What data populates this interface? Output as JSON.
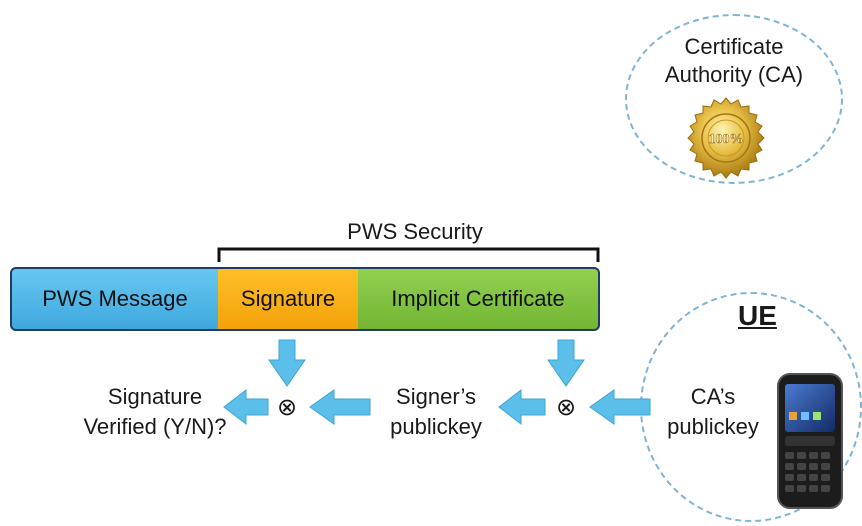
{
  "ca": {
    "label_line1": "Certificate",
    "label_line2": "Authority (CA)",
    "seal_text": "100%"
  },
  "pws_security_label": "PWS Security",
  "message": {
    "pws_message": "PWS Message",
    "signature": "Signature",
    "implicit_certificate": "Implicit Certificate"
  },
  "ue": {
    "label": "UE",
    "ca_key_line1": "CA’s",
    "ca_key_line2": "publickey"
  },
  "signer_key": {
    "line1": "Signer’s",
    "line2": "publickey"
  },
  "result": {
    "line1": "Signature",
    "line2": "Verified (Y/N)?"
  },
  "operator_symbol": "⊗",
  "colors": {
    "arrow": "#5bbfe9",
    "pws_message": "#4db3e6",
    "signature": "#f7ad12",
    "certificate": "#82c142",
    "border": "#1f3b66"
  }
}
